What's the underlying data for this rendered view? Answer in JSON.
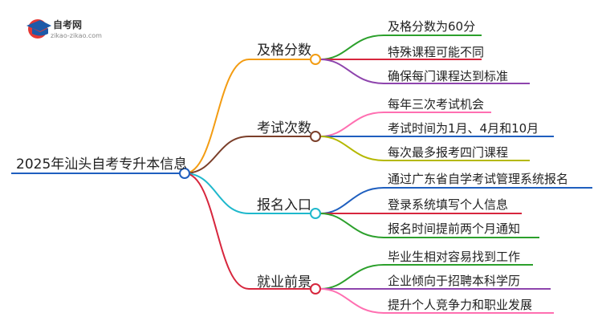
{
  "logo": {
    "name": "自考网",
    "domain": "zikao-zikao.com"
  },
  "root": {
    "label": "2025年汕头自考专升本信息"
  },
  "branches": [
    {
      "label": "及格分数",
      "color": "#f39c12",
      "leaves": [
        "及格分数为60分",
        "特殊课程可能不同",
        "确保每门课程达到标准"
      ]
    },
    {
      "label": "考试次数",
      "color": "#7b3f2a",
      "leaves": [
        "每年三次考试机会",
        "考试时间为1月、4月和10月",
        "每次最多报考四门课程"
      ]
    },
    {
      "label": "报名入口",
      "color": "#1fb8cc",
      "leaves": [
        "通过广东省自学考试管理系统报名",
        "登录系统填写个人信息",
        "报名时间提前两个月通知"
      ]
    },
    {
      "label": "就业前景",
      "color": "#d7263d",
      "leaves": [
        "毕业生相对容易找到工作",
        "企业倾向于招聘本科学历",
        "提升个人竞争力和职业发展"
      ]
    }
  ],
  "leaf_colors": [
    "#2ca02c",
    "#d7263d",
    "#8e44ad",
    "#ff6fb1",
    "#1f5fbf",
    "#b5b800",
    "#1f5fbf",
    "#d7263d",
    "#2ca02c",
    "#2ca02c",
    "#8e44ad",
    "#ff6fb1"
  ]
}
